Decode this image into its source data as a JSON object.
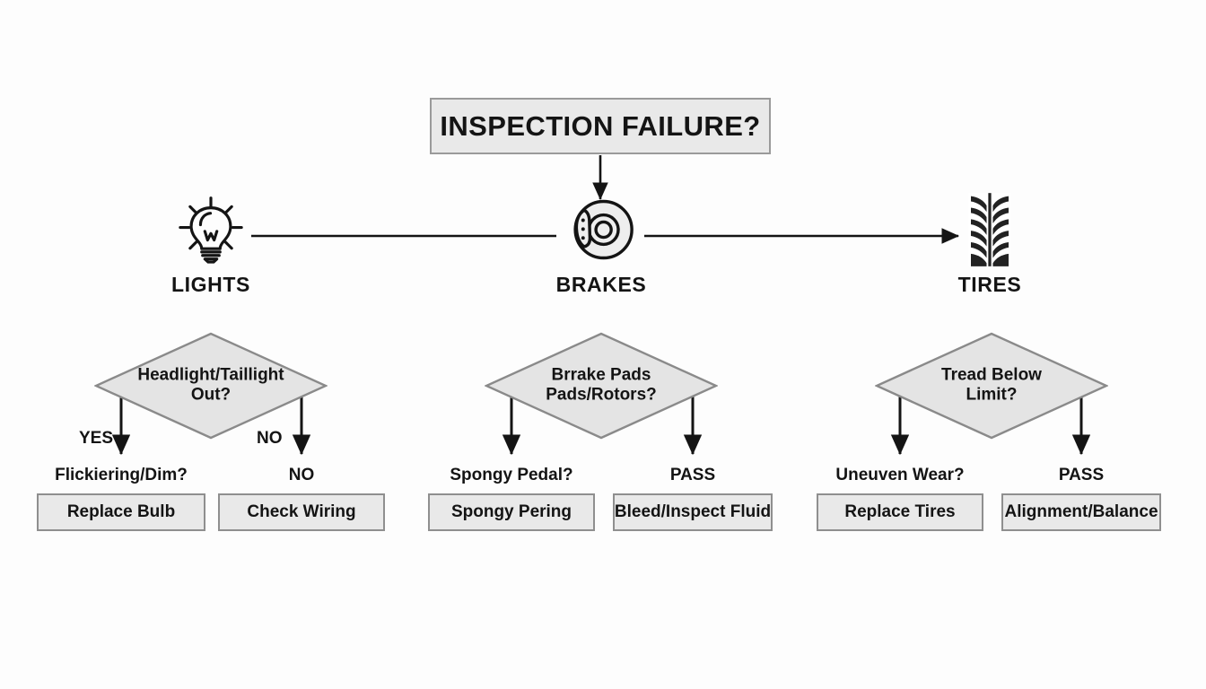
{
  "background_color": "#fdfdfd",
  "palette": {
    "box_fill": "#e9e9e9",
    "box_border": "#9a9a9a",
    "diamond_fill": "#e4e4e4",
    "diamond_border": "#8a8a8a",
    "line": "#141414",
    "text": "#141414"
  },
  "title": {
    "text": "INSPECTION FAILURE?"
  },
  "categories": [
    {
      "icon": "lightbulb-icon",
      "label": "LIGHTS"
    },
    {
      "icon": "brake-disc-icon",
      "label": "BRAKES"
    },
    {
      "icon": "tire-tread-icon",
      "label": "TIRES"
    }
  ],
  "branches": [
    {
      "key": "lights",
      "decision": "Headlight/Taillight\nOut?",
      "left": {
        "branch_label": "YES",
        "result_label": "Flickiering/Dim?",
        "box_label": "Replace Bulb"
      },
      "right": {
        "branch_label": "NO",
        "result_label": "NO",
        "box_label": "Check Wiring"
      }
    },
    {
      "key": "brakes",
      "decision": "Brrake Pads\nPads/Rotors?",
      "left": {
        "branch_label": "",
        "result_label": "Spongy Pedal?",
        "box_label": "Spongy Pering"
      },
      "right": {
        "branch_label": "",
        "result_label": "PASS",
        "box_label": "Bleed/Inspect Fluid"
      }
    },
    {
      "key": "tires",
      "decision": "Tread Below\nLimit?",
      "left": {
        "branch_label": "",
        "result_label": "Uneuven Wear?",
        "box_label": "Replace Tires"
      },
      "right": {
        "branch_label": "",
        "result_label": "PASS",
        "box_label": "Alignment/Balance"
      }
    }
  ]
}
